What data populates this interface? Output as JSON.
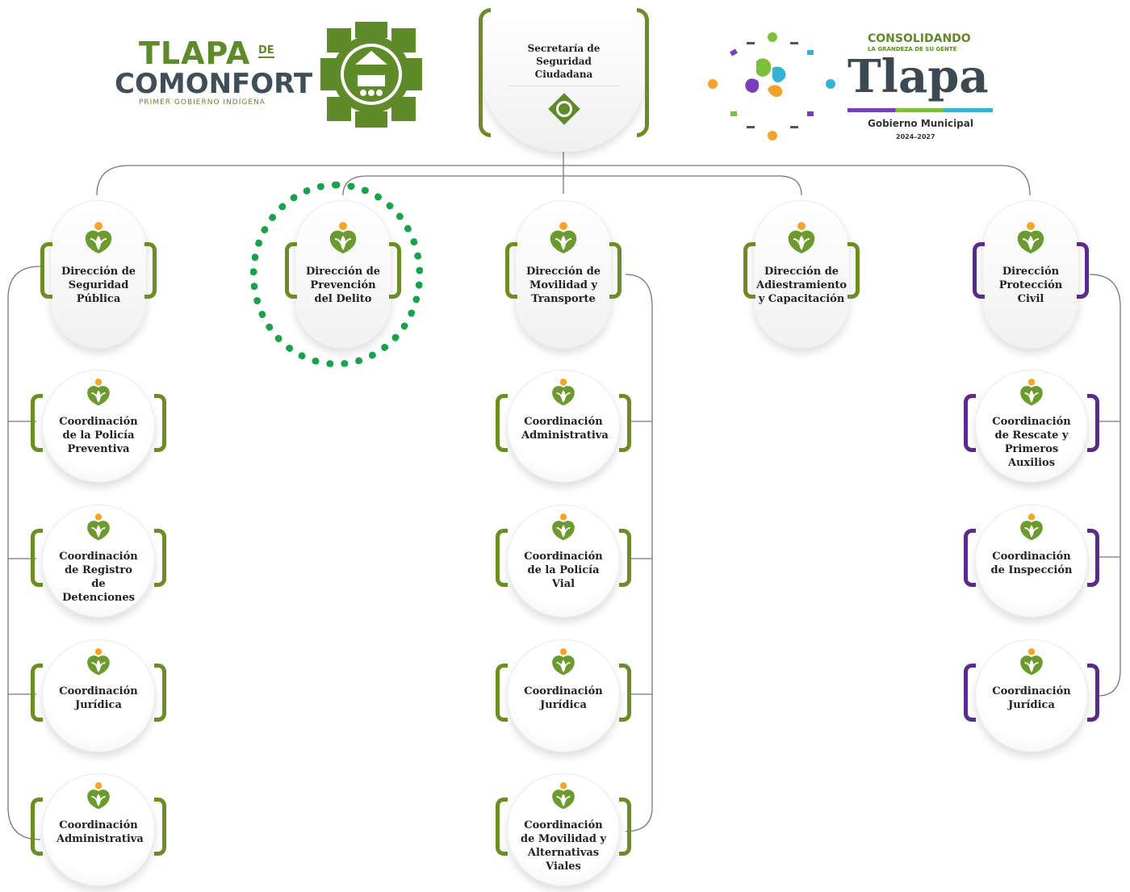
{
  "header": {
    "left_logo": {
      "line1": "TLAPA",
      "line1_small": "DE",
      "line2": "COMONFORT",
      "tagline": "PRIMER GOBIERNO INDÍGENA"
    },
    "right_logo": {
      "line1": "CONSOLIDANDO",
      "line2": "LA GRANDEZA DE SU GENTE",
      "title": "Tlapa",
      "sub1": "Gobierno Municipal",
      "sub2": "2024–2027"
    }
  },
  "org": {
    "top": "Secretaría de Seguridad Ciudadana",
    "directions": [
      "Dirección de Seguridad Pública",
      "Dirección de Prevención del Delito",
      "Dirección de Movilidad y Transporte",
      "Dirección de Adiestramiento y Capacitación",
      "Dirección Protección Civil"
    ],
    "col1": [
      "Coordinación de la Policía Preventiva",
      "Coordinación de Registro de Detenciones",
      "Coordinación Jurídica",
      "Coordinación Administrativa"
    ],
    "col3": [
      "Coordinación Administrativa",
      "Coordinación de la Policía Vial",
      "Coordinación Jurídica",
      "Coordinación de Movilidad y Alternativas Viales"
    ],
    "col5": [
      "Coordinación de Rescate y Primeros Auxilios",
      "Coordinación de Inspección",
      "Coordinación Jurídica"
    ]
  },
  "colors": {
    "green": "#6b8e23",
    "purple": "#5a2a8c",
    "highlight": "#16a34a",
    "logo_green": "#5f8a2a"
  }
}
